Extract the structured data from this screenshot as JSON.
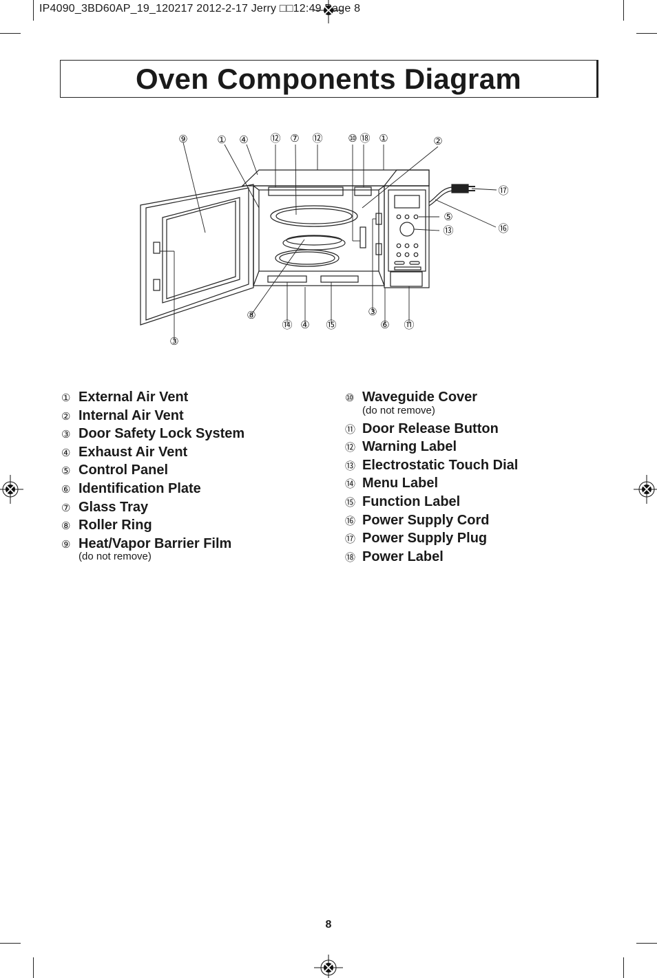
{
  "header": {
    "slug": "IP4090_3BD60AP_19_120217  2012-2-17  Jerry  □□12:49  Page 8"
  },
  "title": "Oven Components Diagram",
  "diagram": {
    "callouts": [
      "⑨",
      "①",
      "④",
      "⑫",
      "⑦",
      "⑫",
      "⑩",
      "⑱",
      "①",
      "②",
      "⑰",
      "⑤",
      "⑬",
      "⑯",
      "⑧",
      "⑭",
      "④",
      "⑮",
      "③",
      "⑥",
      "⑪",
      "③"
    ]
  },
  "legend": {
    "left": [
      {
        "num": "①",
        "label": "External Air Vent"
      },
      {
        "num": "②",
        "label": "Internal Air Vent"
      },
      {
        "num": "③",
        "label": "Door Safety Lock System"
      },
      {
        "num": "④",
        "label": "Exhaust Air Vent"
      },
      {
        "num": "⑤",
        "label": "Control Panel"
      },
      {
        "num": "⑥",
        "label": "Identification Plate"
      },
      {
        "num": "⑦",
        "label": "Glass Tray"
      },
      {
        "num": "⑧",
        "label": "Roller Ring"
      },
      {
        "num": "⑨",
        "label": "Heat/Vapor Barrier Film"
      }
    ],
    "left_note": "(do not remove)",
    "right": [
      {
        "num": "⑩",
        "label": "Waveguide Cover"
      },
      {
        "num": "⑪",
        "label": "Door Release Button"
      },
      {
        "num": "⑫",
        "label": "Warning Label"
      },
      {
        "num": "⑬",
        "label": "Electrostatic Touch Dial"
      },
      {
        "num": "⑭",
        "label": "Menu Label"
      },
      {
        "num": "⑮",
        "label": "Function Label"
      },
      {
        "num": "⑯",
        "label": "Power Supply Cord"
      },
      {
        "num": "⑰",
        "label": "Power Supply Plug"
      },
      {
        "num": "⑱",
        "label": "Power Label"
      }
    ],
    "right_note": "(do not remove)"
  },
  "page_number": "8"
}
